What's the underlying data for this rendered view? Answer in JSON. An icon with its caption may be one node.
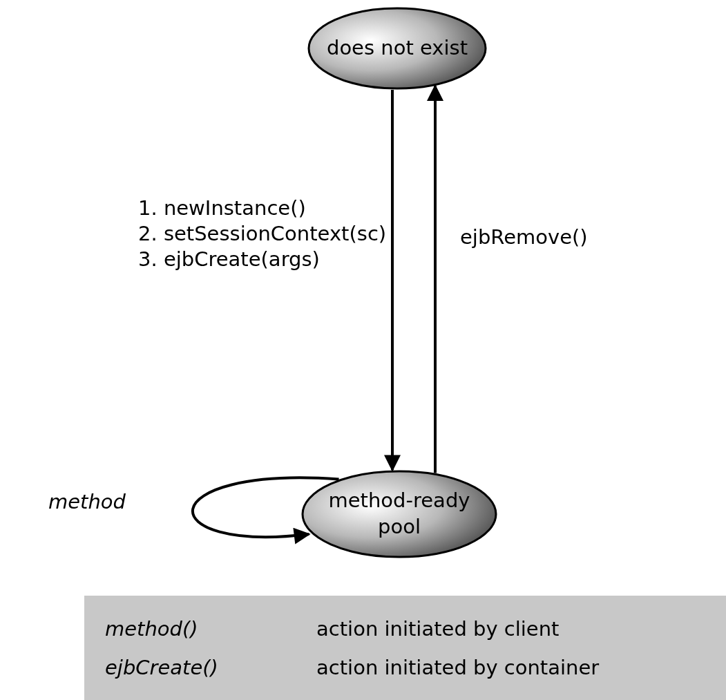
{
  "diagram": {
    "nodes": [
      {
        "text": [
          "does not exist"
        ]
      },
      {
        "text": [
          "method-ready pool"
        ]
      }
    ],
    "edges": [
      {
        "from": 0,
        "to": 1,
        "arrow": "to",
        "label": "1. newInstance() 2. setSessionContext(sc) 3. ejbCreate(args)"
      },
      {
        "from": 1,
        "to": 0,
        "arrow": "to",
        "label": "ejbRemove()"
      },
      {
        "from": 1,
        "to": 1,
        "arrow": "to",
        "label": "method"
      }
    ],
    "labels": [
      "method()",
      "action initiated by client",
      "ejbCreate()",
      "action initiated by container"
    ]
  }
}
